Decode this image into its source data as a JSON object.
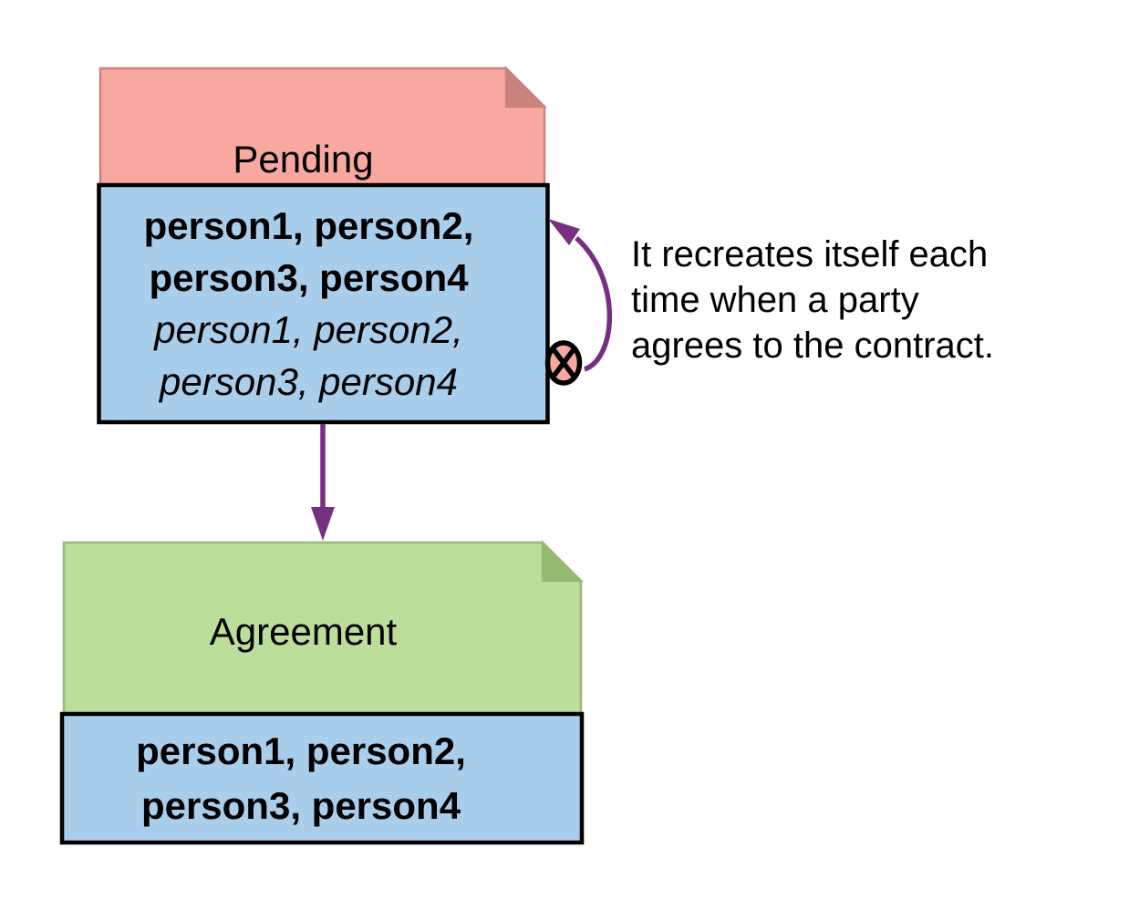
{
  "colors": {
    "background": "#FFFFFF",
    "note-pink": "#F9A8A0",
    "note-pink-dark": "#C9837D",
    "note-green": "#BBDF9B",
    "note-green-dark": "#96BA74",
    "party-blue": "#A8CEEC",
    "arrow-purple": "#772F82",
    "outline-black": "#000000",
    "text-black": "#000000"
  },
  "pending": {
    "title": "Pending",
    "signatories": [
      "person1, person2,",
      "person3, person4"
    ],
    "observers": [
      "person1, person2,",
      "person3, person4"
    ]
  },
  "agreement": {
    "title": "Agreement",
    "signatories": [
      "person1, person2,",
      "person3, person4"
    ]
  },
  "annotation": {
    "lines": [
      "It recreates itself each",
      "time when a party",
      "agrees to the contract."
    ]
  },
  "icons": {
    "archive_cross_glyph": "⊗"
  }
}
